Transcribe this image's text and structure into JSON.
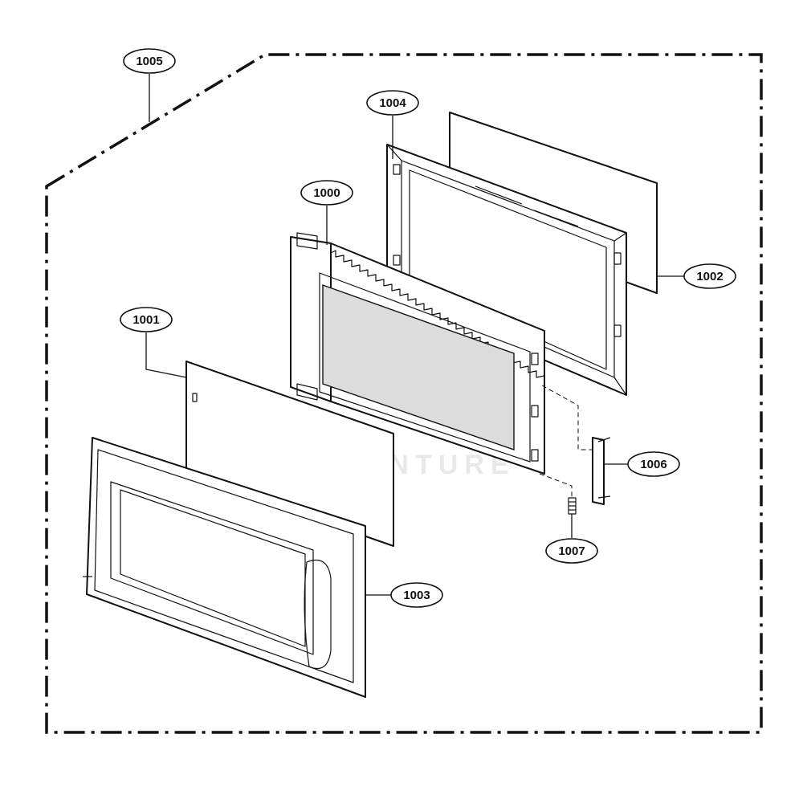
{
  "diagram": {
    "callouts": {
      "c1005": "1005",
      "c1004": "1004",
      "c1000": "1000",
      "c1002": "1002",
      "c1001": "1001",
      "c1006": "1006",
      "c1007": "1007",
      "c1003": "1003"
    },
    "watermark": "LEADVENTURE"
  }
}
